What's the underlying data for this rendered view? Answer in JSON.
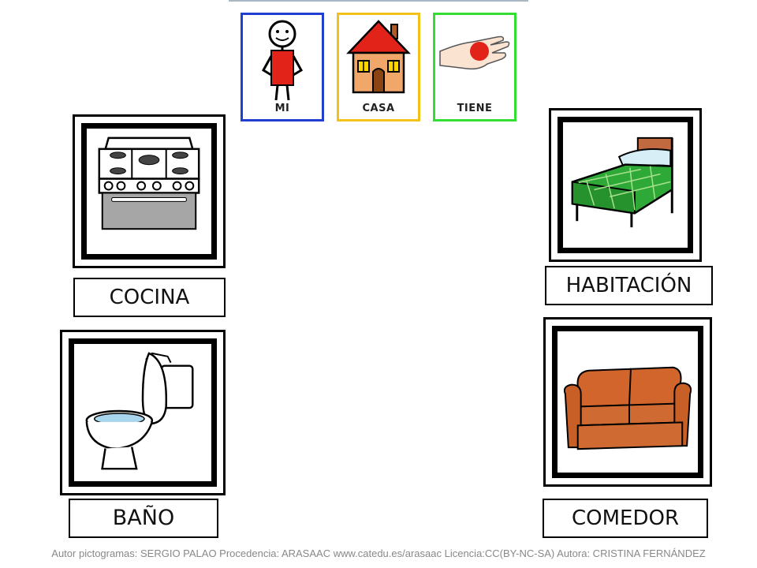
{
  "sentence_pictograms": [
    {
      "label": "MI",
      "border_color": "#1f3fd0",
      "icon": "person-holding-red-card-icon"
    },
    {
      "label": "CASA",
      "border_color": "#f2c21a",
      "icon": "house-icon"
    },
    {
      "label": "TIENE",
      "border_color": "#33dd33",
      "icon": "hand-holding-ball-icon"
    }
  ],
  "rooms": [
    {
      "label": "COCINA",
      "icon": "stove-icon"
    },
    {
      "label": "BAÑO",
      "icon": "toilet-icon"
    },
    {
      "label": "HABITACIÓN",
      "icon": "bed-icon"
    },
    {
      "label": "COMEDOR",
      "icon": "sofa-icon"
    }
  ],
  "footer": "Autor pictogramas: SERGIO PALAO  Procedencia: ARASAAC www.catedu.es/arasaac Licencia:CC(BY-NC-SA) Autora: CRISTINA FERNÁNDEZ"
}
